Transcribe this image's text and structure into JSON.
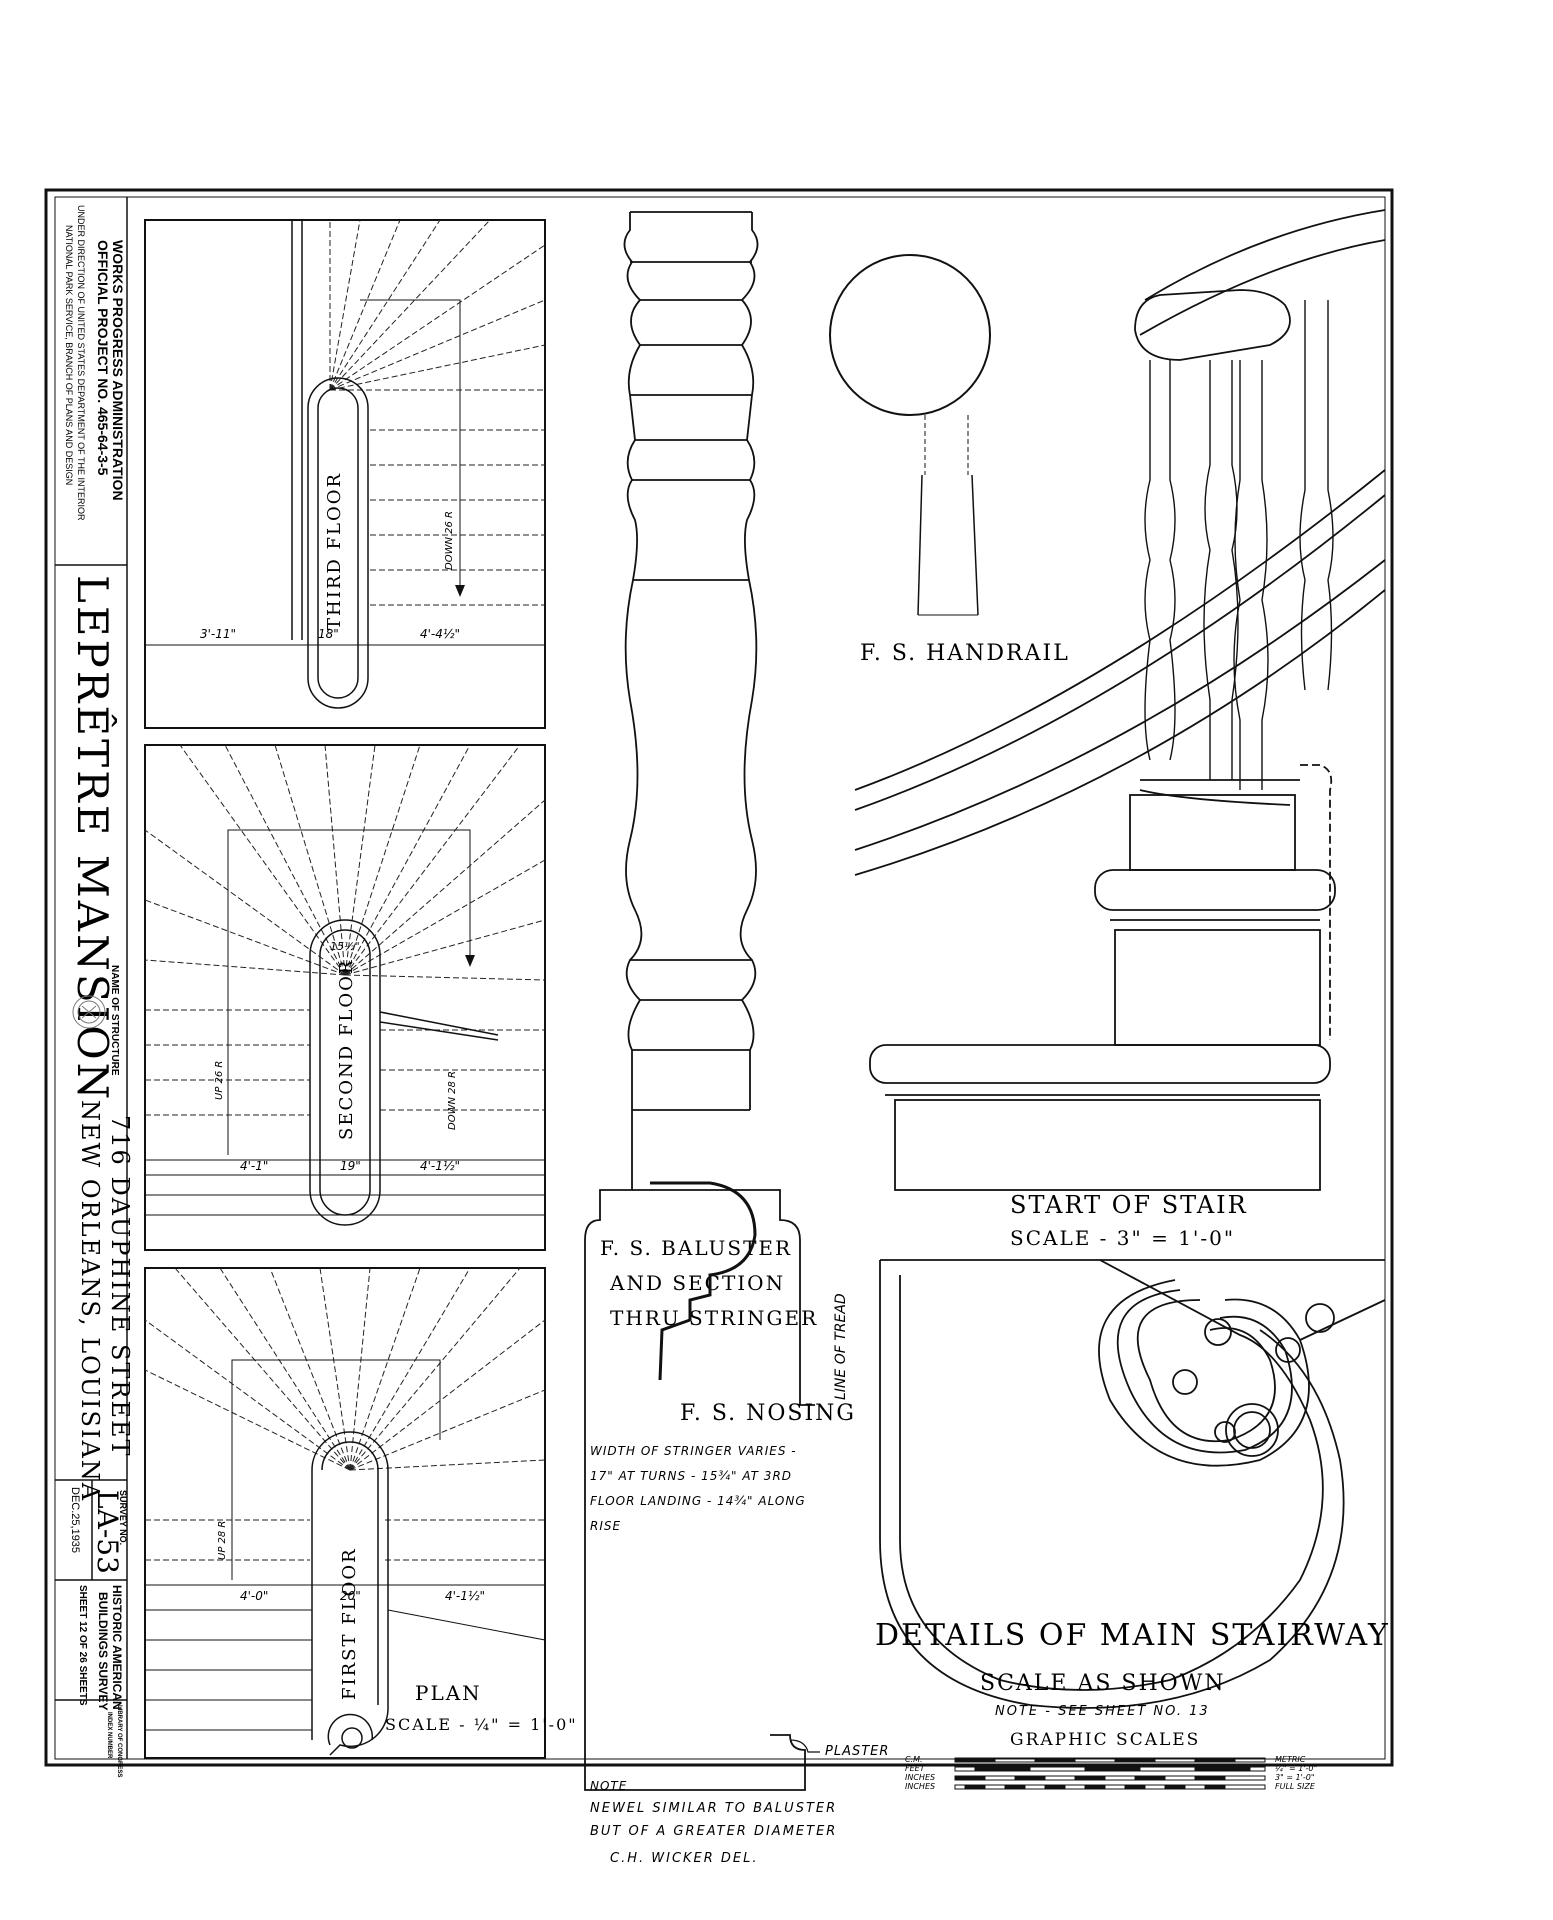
{
  "title_block": {
    "agency_line1": "WORKS PROGRESS ADMINISTRATION",
    "agency_line2": "OFFICIAL PROJECT NO. 465-64-3-5",
    "agency_line3": "UNDER DIRECTION OF UNITED STATES DEPARTMENT OF THE INTERIOR",
    "agency_line4": "NATIONAL PARK SERVICE, BRANCH OF PLANS AND DESIGN",
    "structure_name": "LEPRÊTRE MANSION",
    "name_of_structure_label": "NAME OF STRUCTURE",
    "address_line1": "716 DAUPHINE STREET",
    "address_line2": "NEW ORLEANS, LOUISIANA",
    "survey_no_label": "SURVEY NO.",
    "survey_no": "LA-53",
    "date": "DEC.25,1935",
    "habs_line1": "HISTORIC AMERICAN",
    "habs_line2": "BUILDINGS SURVEY",
    "sheet_line": "SHEET 12 OF 26 SHEETS",
    "loc_line1": "LIBRARY OF CONGRESS",
    "loc_line2": "INDEX NUMBER"
  },
  "plans": {
    "third_floor": {
      "label": "THIRD FLOOR",
      "dim_left": "3'-11\"",
      "dim_mid": "18\"",
      "dim_right": "4'-4½\"",
      "note": "DOWN 26 R"
    },
    "second_floor": {
      "label": "SECOND FLOOR",
      "dim_left": "4'-1\"",
      "dim_mid": "19\"",
      "dim_right": "4'-1½\"",
      "dim_top": "15½\"",
      "note_down": "DOWN 28 R",
      "note_up": "UP 26 R"
    },
    "first_floor": {
      "label": "FIRST FLOOR",
      "dim_left": "4'-0\"",
      "dim_mid": "20\"",
      "dim_right": "4'-1½\"",
      "note_up": "UP 28 R"
    },
    "plan_label": "PLAN",
    "plan_scale": "SCALE - ¼\" = 1'-0\""
  },
  "details": {
    "baluster_title_1": "F. S. BALUSTER",
    "baluster_title_2": "AND SECTION",
    "baluster_title_3": "THRU STRINGER",
    "line_of_tread": "LINE OF TREAD",
    "handrail_title": "F. S. HANDRAIL",
    "nosing_title": "F. S. NOSING",
    "start_title": "START OF STAIR",
    "start_scale": "SCALE - 3\" = 1'-0\"",
    "stringer_note_1": "WIDTH OF STRINGER VARIES -",
    "stringer_note_2": "17\" AT TURNS - 15¾\" AT 3RD",
    "stringer_note_3": "FLOOR LANDING - 14¾\" ALONG",
    "stringer_note_4": "RISE",
    "plaster": "PLASTER",
    "newel_note_1": "NOTE",
    "newel_note_2": "NEWEL SIMILAR TO BALUSTER",
    "newel_note_3": "BUT OF A GREATER DIAMETER",
    "delineator": "C.H. WICKER  DEL."
  },
  "sheet_title": {
    "main": "DETAILS OF MAIN STAIRWAY",
    "scale": "SCALE AS SHOWN",
    "note": "NOTE - SEE SHEET NO. 13",
    "graphic": "GRAPHIC SCALES"
  },
  "graphic_scale": {
    "left_1": "C.M.",
    "left_2": "FEET",
    "left_3": "INCHES",
    "left_4": "INCHES",
    "right_1": "METRIC",
    "right_2": "¼\" = 1'-0\"",
    "right_3": "3\" = 1'-0\"",
    "right_4": "FULL SIZE"
  }
}
